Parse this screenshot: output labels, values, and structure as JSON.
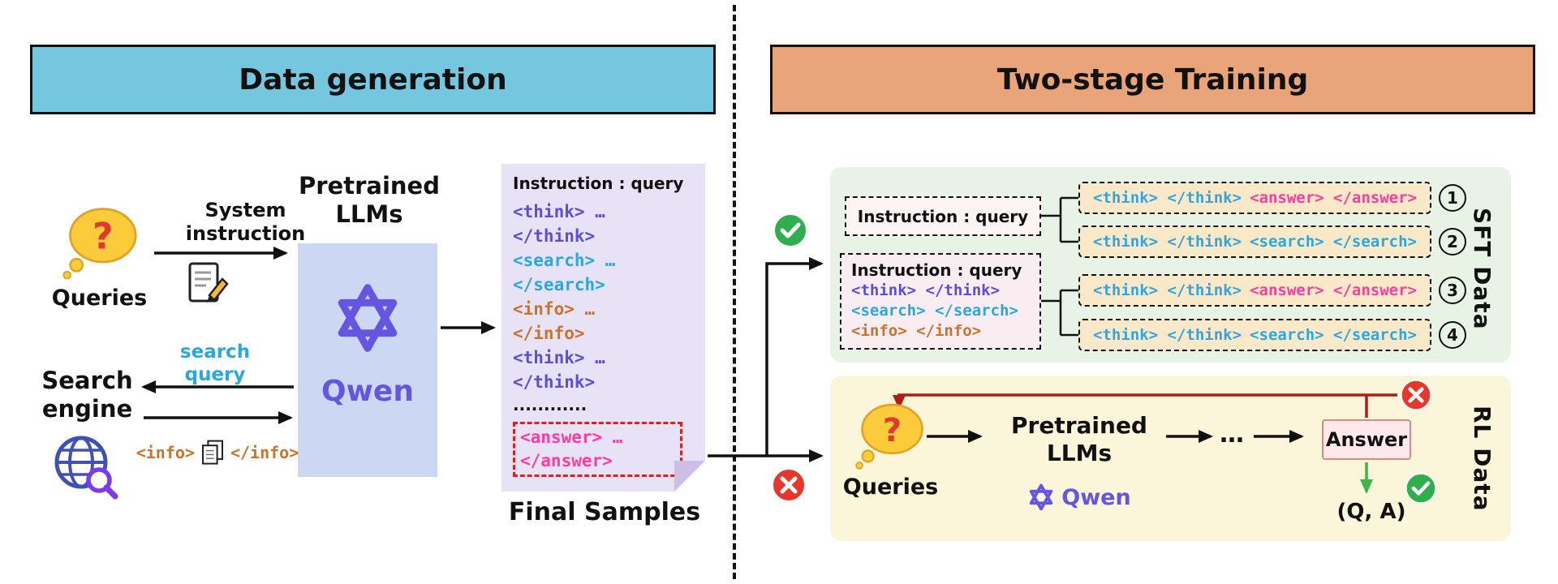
{
  "palette": {
    "header_left_bg": "#74C7DF",
    "header_right_bg": "#E9A479",
    "think_color": "#5B4FD6",
    "search_color": "#29A8E0",
    "info_color": "#C9742E",
    "answer_color": "#FF3D9E",
    "row_think_color": "#35A3E0",
    "qwen_purple": "#6456E0",
    "sft_panel_bg": "#E7F4E5",
    "rl_panel_bg": "#FBF6DA",
    "sample_panel_bg": "#E8E2F6",
    "qwen_box_bg": "#CBD7F3",
    "row_box_bg": "#FAE9C9"
  },
  "left": {
    "header": "Data generation",
    "queries_label": "Queries",
    "system_instruction_line1": "System",
    "system_instruction_line2": "instruction",
    "pretrained_line1": "Pretrained",
    "pretrained_line2": "LLMs",
    "qwen_label": "Qwen",
    "search_engine_line1": "Search",
    "search_engine_line2": "engine",
    "search_query_line1": "search",
    "search_query_line2": "query",
    "info_open": "<info>",
    "info_close": "</info>",
    "sample": {
      "title": "Instruction : query",
      "lines": [
        {
          "text": "<think> …",
          "cls": "c-think"
        },
        {
          "text": "</think>",
          "cls": "c-think"
        },
        {
          "text": "<search> …",
          "cls": "c-search"
        },
        {
          "text": "</search>",
          "cls": "c-search"
        },
        {
          "text": "<info> …",
          "cls": "c-info"
        },
        {
          "text": "</info>",
          "cls": "c-info"
        },
        {
          "text": "<think> …",
          "cls": "c-think"
        },
        {
          "text": "</think>",
          "cls": "c-think"
        }
      ],
      "dots": "............",
      "answer_line1": "<answer> …",
      "answer_line2": "</answer>",
      "caption": "Final Samples"
    }
  },
  "right": {
    "header": "Two-stage Training",
    "sft": {
      "side_label": "SFT Data",
      "instruction_box1_title": "Instruction : query",
      "instruction_box2_title": "Instruction : query",
      "instruction_box2_tags": [
        {
          "text": "<think> </think>",
          "cls": "c-think"
        },
        {
          "text": "<search> </search>",
          "cls": "c-search"
        },
        {
          "text": "<info> </info>",
          "cls": "c-info"
        }
      ],
      "rows": [
        {
          "lead": "<think> </think>",
          "lead_cls": "c-rowthink",
          "tail": "<answer> </answer>",
          "tail_cls": "c-answer",
          "num": "1"
        },
        {
          "lead": "<think> </think>",
          "lead_cls": "c-rowthink",
          "tail": "<search> </search>",
          "tail_cls": "c-search",
          "num": "2"
        },
        {
          "lead": "<think> </think>",
          "lead_cls": "c-rowthink",
          "tail": "<answer> </answer>",
          "tail_cls": "c-answer",
          "num": "3"
        },
        {
          "lead": "<think> </think>",
          "lead_cls": "c-rowthink",
          "tail": "<search> </search>",
          "tail_cls": "c-search",
          "num": "4"
        }
      ]
    },
    "rl": {
      "side_label": "RL Data",
      "queries_label": "Queries",
      "pretrained_line1": "Pretrained",
      "pretrained_line2": "LLMs",
      "qwen_label": "Qwen",
      "dots": "…",
      "answer_label": "Answer",
      "qa_label": "(Q, A)"
    }
  }
}
